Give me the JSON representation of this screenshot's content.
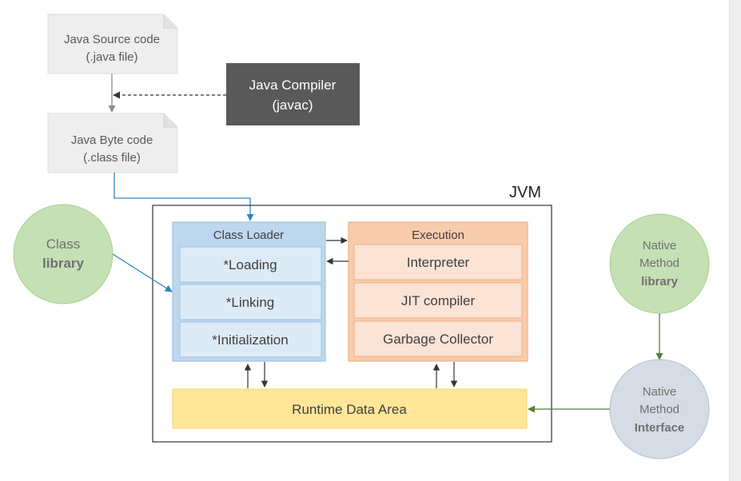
{
  "source_code": {
    "line1": "Java Source code",
    "line2": "(.java file)"
  },
  "byte_code": {
    "line1": "Java Byte code",
    "line2": "(.class file)"
  },
  "compiler": {
    "line1": "Java Compiler",
    "line2": "(javac)"
  },
  "jvm": {
    "label": "JVM"
  },
  "class_loader": {
    "title": "Class Loader",
    "items": [
      "*Loading",
      "*Linking",
      "*Initialization"
    ]
  },
  "execution": {
    "title": "Execution",
    "items": [
      "Interpreter",
      "JIT compiler",
      "Garbage Collector"
    ]
  },
  "runtime_area": {
    "label": "Runtime Data Area"
  },
  "class_library": {
    "line1": "Class",
    "line2": "library"
  },
  "native_library": {
    "line1": "Native",
    "line2": "Method",
    "line3": "library"
  },
  "native_interface": {
    "line1": "Native",
    "line2": "Method",
    "line3": "Interface"
  },
  "colors": {
    "doc_fill": "#eeeeee",
    "compiler_fill": "#595959",
    "loader_fill": "#bdd7ee",
    "loader_item_fill": "#ddebf7",
    "loader_border": "#9dc3e6",
    "exec_fill": "#f8cbad",
    "exec_item_fill": "#fbe3d5",
    "exec_border": "#f4b183",
    "runtime_fill": "#ffe699",
    "green_circle": "#c5e0b4",
    "blue_circle": "#d6dce5",
    "blue_arrow": "#2e86c1",
    "green_arrow": "#548235"
  }
}
